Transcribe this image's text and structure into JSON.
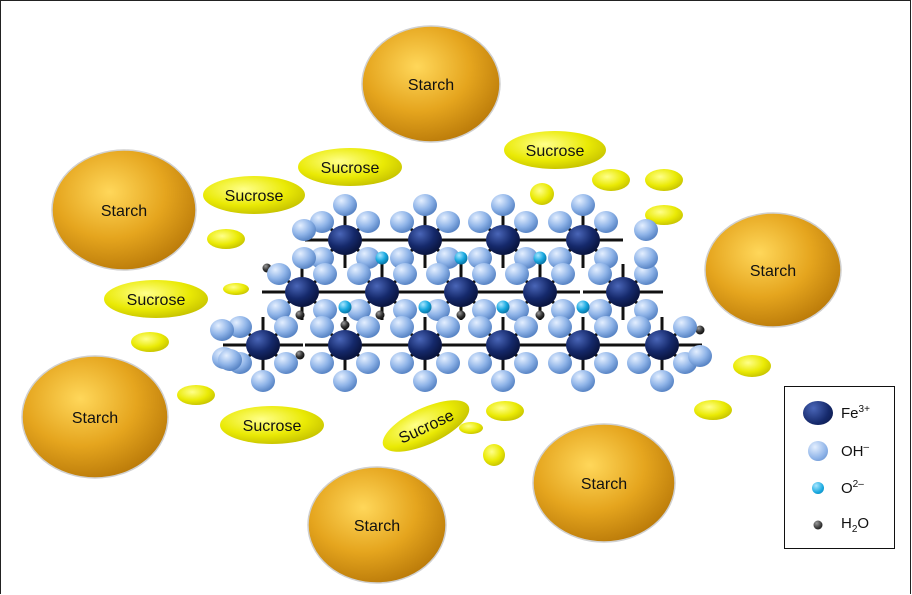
{
  "starch_label": "Starch",
  "sucrose_label": "Sucrose",
  "legend": {
    "fe": {
      "label": "Fe",
      "sup": "3+"
    },
    "oh": {
      "label": "OH",
      "sup": "–"
    },
    "o": {
      "label": "O",
      "sup": "2–"
    },
    "h2o": {
      "label_pre": "H",
      "sub": "2",
      "label_post": "O"
    }
  },
  "colors": {
    "starch": "#e0a020",
    "sucrose": "#e8e800",
    "fe": "#15296b",
    "oh": "#8fb4e8",
    "o": "#19a9e0",
    "h2o": "#333333"
  }
}
